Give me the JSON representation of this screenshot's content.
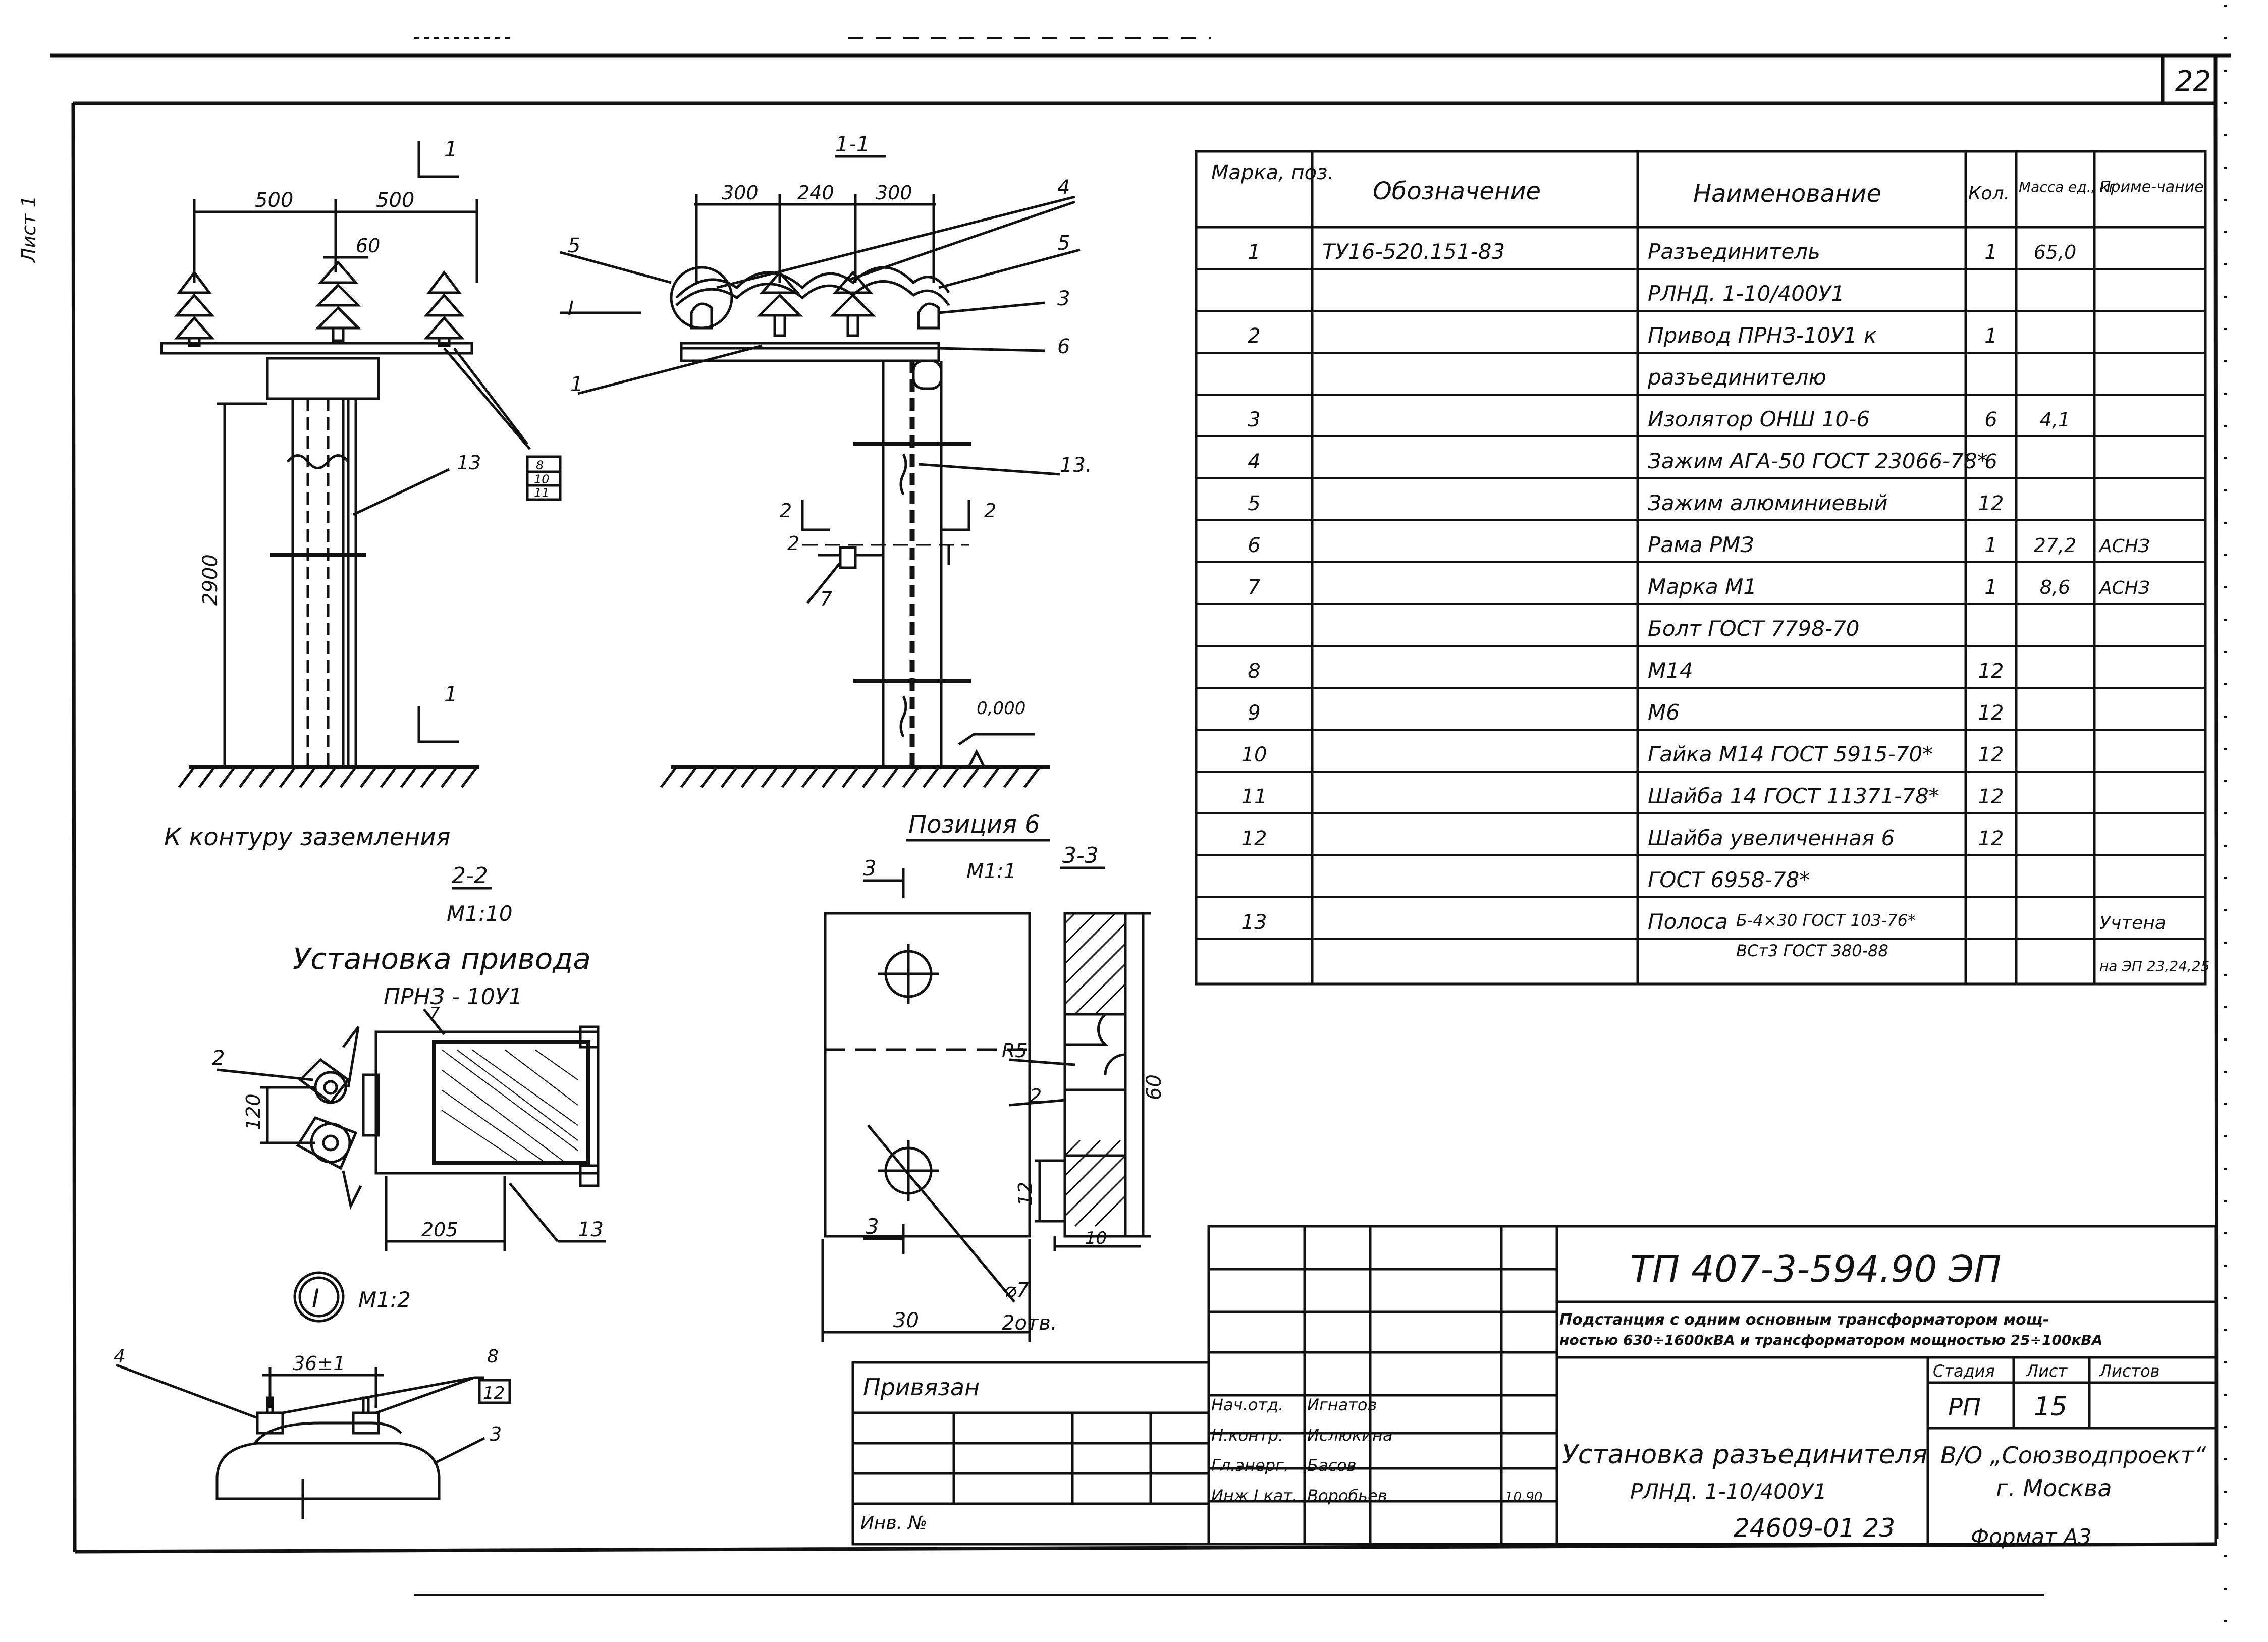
{
  "sheet": {
    "page_number": "22",
    "side_label": "Лист 1",
    "code": "ТП 407-3-594.90  ЭП",
    "subtitle_line1": "Подстанция с одним основным трансформатором мощ-",
    "subtitle_line2": "ностью 630÷1600кВА и трансформатором мощностью 25÷100кВА",
    "title_line1": "Установка разъединителя",
    "title_line2": "РЛНД. 1-10/400У1",
    "org_line1": "В/О „Союзводпроект“",
    "org_line2": "г. Москва",
    "stage_header": "Стадия",
    "sheet_header": "Лист",
    "sheets_header": "Листов",
    "stage": "РП",
    "sheet_no": "15",
    "bottom_code": "24609-01  23",
    "format": "Формат А3",
    "bound": "Привязан",
    "inv": "Инв. №",
    "signatures": [
      {
        "role": "Нач.отд.",
        "name": "Игнатов"
      },
      {
        "role": "Н.контр.",
        "name": "Ислюкина"
      },
      {
        "role": "Гл.энерг.",
        "name": "Басов"
      },
      {
        "role": "Инж I кат.",
        "name": "Воробьев",
        "date": "10.90"
      }
    ]
  },
  "table": {
    "headers": [
      "Марка, поз.",
      "Обозначение",
      "Наименование",
      "Кол.",
      "Масса ед., кг",
      "Приме-чание"
    ],
    "rows": [
      [
        "1",
        "ТУ16-520.151-83",
        "Разъединитель",
        "1",
        "65,0",
        ""
      ],
      [
        "",
        "",
        "РЛНД. 1-10/400У1",
        "",
        "",
        ""
      ],
      [
        "2",
        "",
        "Привод ПРНЗ-10У1 к",
        "1",
        "",
        ""
      ],
      [
        "",
        "",
        "разъединителю",
        "",
        "",
        ""
      ],
      [
        "3",
        "",
        "Изолятор ОНШ 10-6",
        "6",
        "4,1",
        ""
      ],
      [
        "4",
        "",
        "Зажим АГА-50 ГОСТ 23066-78*",
        "6",
        "",
        ""
      ],
      [
        "5",
        "",
        "Зажим алюминиевый",
        "12",
        "",
        ""
      ],
      [
        "6",
        "",
        "Рама РМЗ",
        "1",
        "27,2",
        "АСНЗ"
      ],
      [
        "7",
        "",
        "Марка М1",
        "1",
        "8,6",
        "АСНЗ"
      ],
      [
        "",
        "",
        "Болт ГОСТ 7798-70",
        "",
        "",
        ""
      ],
      [
        "8",
        "",
        "М14",
        "12",
        "",
        ""
      ],
      [
        "9",
        "",
        "М6",
        "12",
        "",
        ""
      ],
      [
        "10",
        "",
        "Гайка М14 ГОСТ 5915-70*",
        "12",
        "",
        ""
      ],
      [
        "11",
        "",
        "Шайба 14 ГОСТ 11371-78*",
        "12",
        "",
        ""
      ],
      [
        "12",
        "",
        "Шайба увеличенная 6",
        "12",
        "",
        ""
      ],
      [
        "",
        "",
        "ГОСТ 6958-78*",
        "",
        "",
        ""
      ],
      [
        "13",
        "",
        "Полоса",
        "",
        "",
        "Учтена"
      ],
      [
        "",
        "",
        "",
        "",
        "",
        "на ЭП 23,24,25"
      ]
    ],
    "polosa_spec_line1": "Б-4×30 ГОСТ 103-76*",
    "polosa_spec_line2": "ВСт3 ГОСТ 380-88"
  },
  "drawing": {
    "view_front": {
      "section_mark": "1",
      "dims": [
        "500",
        "500",
        "60",
        "2900"
      ],
      "callouts": [
        "13",
        "8",
        "10",
        "11"
      ],
      "caption": "К контуру заземления"
    },
    "view_side": {
      "title": "1-1",
      "dims": [
        "300",
        "240",
        "300"
      ],
      "callouts": [
        "4",
        "5",
        "5",
        "3",
        "6",
        "1",
        "13.",
        "2",
        "7",
        "I",
        "2",
        "2"
      ],
      "level": "0,000"
    },
    "view_drive": {
      "section": "2-2",
      "scale": "М1:10",
      "title_line1": "Установка привода",
      "title_line2": "ПРНЗ - 10У1",
      "callouts": [
        "7",
        "2",
        "13"
      ],
      "dims": [
        "120",
        "205"
      ]
    },
    "view_detail_I": {
      "mark": "I",
      "scale": "М1:2",
      "dims": [
        "36±1"
      ],
      "callouts": [
        "4",
        "8",
        "12",
        "3"
      ]
    },
    "view_position6": {
      "title": "Позиция 6",
      "scale": "М1:1",
      "section": "3-3",
      "marks": [
        "3",
        "3"
      ],
      "dims": [
        "R5",
        "2",
        "60",
        "12",
        "10",
        "30",
        "⌀7",
        "2отв."
      ]
    }
  }
}
